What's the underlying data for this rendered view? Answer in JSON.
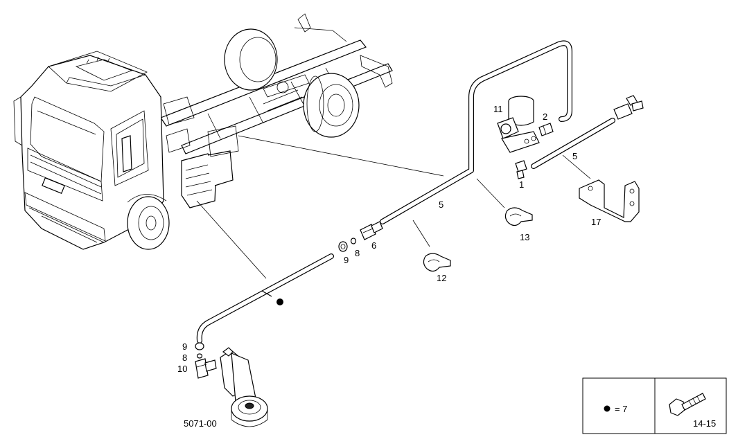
{
  "drawing_code": "5071-00",
  "page_ref": "14-15",
  "callouts": [
    {
      "id": "c-11",
      "text": "11"
    },
    {
      "id": "c-2",
      "text": "2"
    },
    {
      "id": "c-5a",
      "text": "5"
    },
    {
      "id": "c-1",
      "text": "1"
    },
    {
      "id": "c-5b",
      "text": "5"
    },
    {
      "id": "c-13",
      "text": "13"
    },
    {
      "id": "c-17",
      "text": "17"
    },
    {
      "id": "c-9a",
      "text": "9"
    },
    {
      "id": "c-8a",
      "text": "8"
    },
    {
      "id": "c-6",
      "text": "6"
    },
    {
      "id": "c-12",
      "text": "12"
    },
    {
      "id": "c-9b",
      "text": "9"
    },
    {
      "id": "c-8b",
      "text": "8"
    },
    {
      "id": "c-10",
      "text": "10"
    }
  ],
  "legend": {
    "dot_label": "= 7"
  },
  "colors": {
    "ink": "#000000",
    "paper": "#ffffff"
  }
}
